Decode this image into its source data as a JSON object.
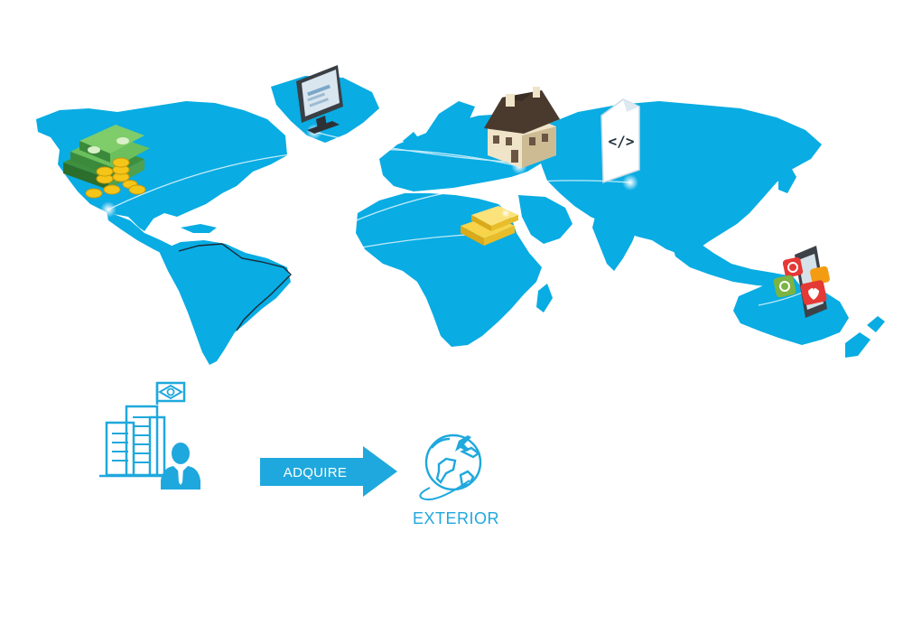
{
  "colors": {
    "map": "#09ace3",
    "accent": "#1fa8dd",
    "arrow": "#1fa8dd",
    "arrow_text": "#ffffff"
  },
  "map": {
    "markers": [
      {
        "id": "cash",
        "icon": "money-stack-icon"
      },
      {
        "id": "computer",
        "icon": "computer-monitor-icon"
      },
      {
        "id": "house",
        "icon": "house-icon"
      },
      {
        "id": "code-file",
        "icon": "code-file-icon"
      },
      {
        "id": "gold",
        "icon": "gold-bars-icon"
      },
      {
        "id": "apps",
        "icon": "mobile-apps-icon"
      }
    ]
  },
  "flow": {
    "source_icon": "company-buildings-person-icon",
    "flag_icon": "brazil-flag-icon",
    "arrow_label": "ADQUIRE",
    "target_icon": "globe-plane-icon",
    "target_label": "EXTERIOR"
  }
}
